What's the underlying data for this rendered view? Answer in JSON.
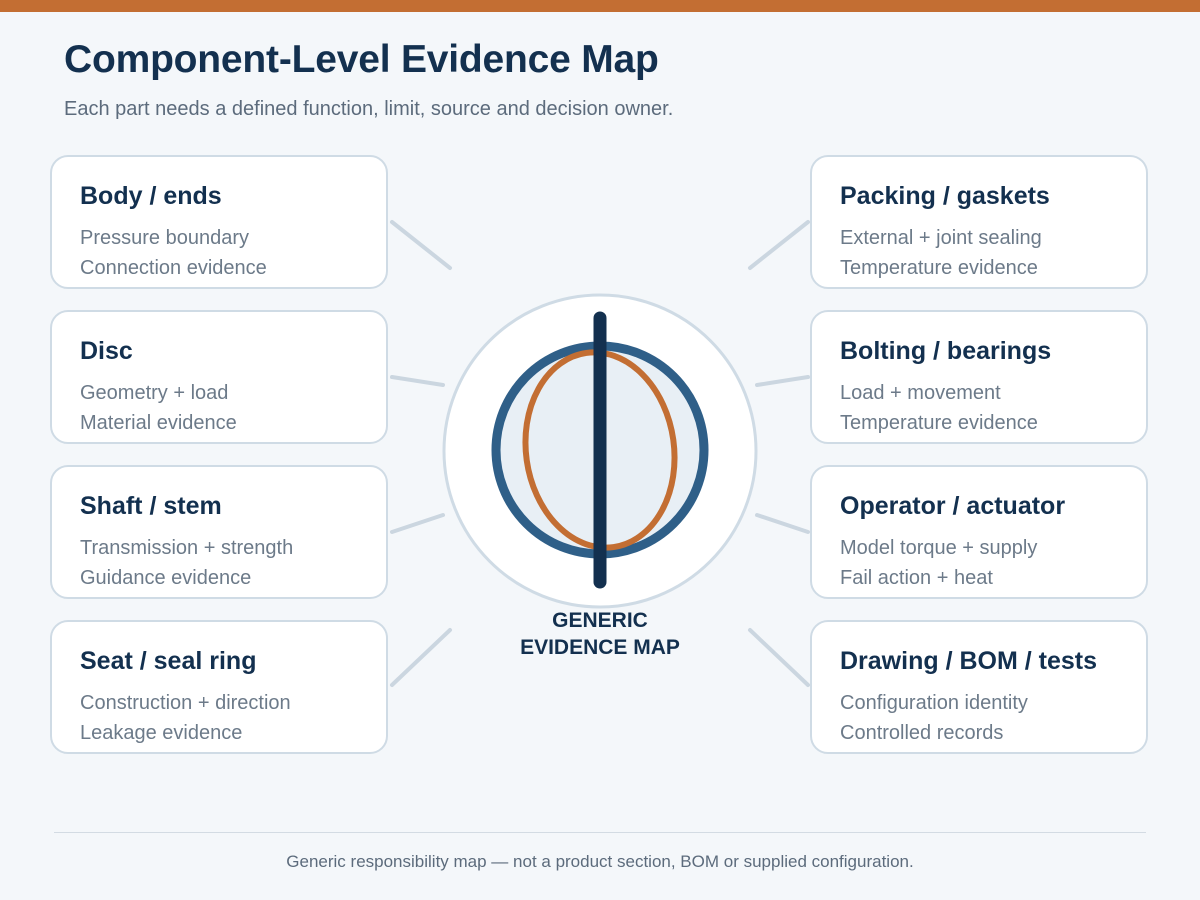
{
  "header": {
    "title": "Component-Level Evidence Map",
    "subtitle": "Each part needs a defined function, limit, source and decision owner."
  },
  "left_cards": [
    {
      "title": "Body / ends",
      "lines": [
        "Pressure boundary",
        "Connection evidence"
      ]
    },
    {
      "title": "Disc",
      "lines": [
        "Geometry + load",
        "Material evidence"
      ]
    },
    {
      "title": "Shaft / stem",
      "lines": [
        "Transmission + strength",
        "Guidance evidence"
      ]
    },
    {
      "title": "Seat / seal ring",
      "lines": [
        "Construction + direction",
        "Leakage evidence"
      ]
    }
  ],
  "right_cards": [
    {
      "title": "Packing / gaskets",
      "lines": [
        "External + joint sealing",
        "Temperature evidence"
      ]
    },
    {
      "title": "Bolting / bearings",
      "lines": [
        "Load + movement",
        "Temperature evidence"
      ]
    },
    {
      "title": "Operator / actuator",
      "lines": [
        "Model torque + supply",
        "Fail action + heat"
      ]
    },
    {
      "title": "Drawing / BOM / tests",
      "lines": [
        "Configuration identity",
        "Controlled records"
      ]
    }
  ],
  "center": {
    "label_line1": "GENERIC",
    "label_line2": "EVIDENCE MAP"
  },
  "footer": {
    "note": "Generic responsibility map — not a product section, BOM or supplied configuration."
  },
  "colors": {
    "accent_orange": "#c36e33",
    "navy": "#13304f",
    "steel_blue": "#2f5f88",
    "connector": "#cbd6e0"
  }
}
